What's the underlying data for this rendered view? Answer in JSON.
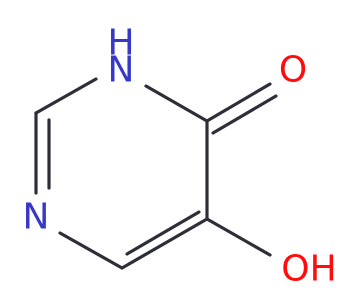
{
  "molecule": {
    "atoms": {
      "nh": {
        "label": "N",
        "color": "#3737c8"
      },
      "h": {
        "label": "H",
        "color": "#3737c8"
      },
      "n": {
        "label": "N",
        "color": "#3737c8"
      },
      "o": {
        "label": "O",
        "color": "#ff0d0d"
      },
      "oh": {
        "label": "OH",
        "color": "#ff0d0d"
      }
    },
    "bond_color": "#2e2e38"
  }
}
